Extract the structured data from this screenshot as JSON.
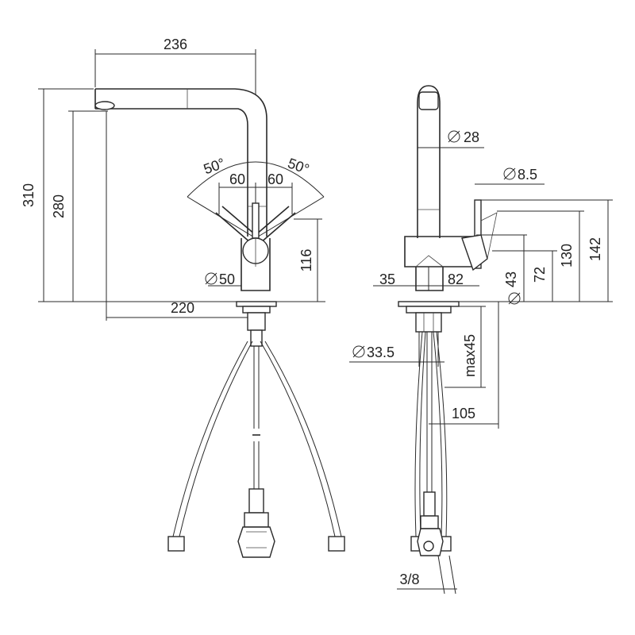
{
  "front_view": {
    "width_top": "236",
    "height_total": "310",
    "height_spout": "280",
    "reach": "220",
    "angle_left": "50°",
    "angle_right": "50°",
    "offset_left": "60",
    "offset_right": "60",
    "lever_height": "116",
    "body_diameter": "50"
  },
  "side_view": {
    "spout_diameter": "28",
    "lever_diameter": "8.5",
    "body_left": "35",
    "body_right": "82",
    "base_diameter": "43",
    "dim_72": "72",
    "dim_130": "130",
    "dim_142": "142",
    "shank_diameter": "33.5",
    "max_thickness": "max45",
    "hole_offset": "105",
    "thread": "3/8"
  }
}
